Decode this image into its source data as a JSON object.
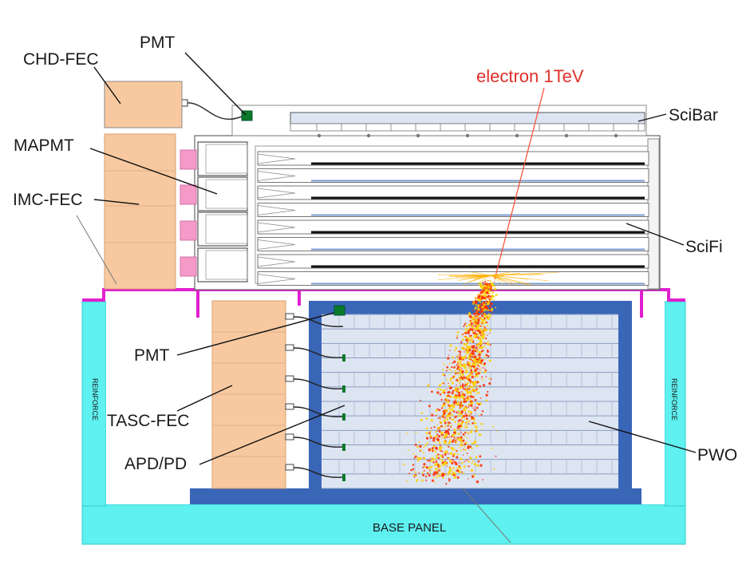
{
  "labels": {
    "chd_fec": "CHD-FEC",
    "pmt_top": "PMT",
    "electron": "electron 1TeV",
    "scibar": "SciBar",
    "mapmt": "MAPMT",
    "imc_fec": "IMC-FEC",
    "scifi": "SciFi",
    "pmt_bottom": "PMT",
    "tasc_fec": "TASC-FEC",
    "apd_pd": "APD/PD",
    "pwo": "PWO",
    "base_panel": "BASE PANEL",
    "reinforce_left": "REINFORCE",
    "reinforce_right": "REINFORCE"
  },
  "colors": {
    "fec_orange": "#f8c9a0",
    "pmt_green": "#0b7a2a",
    "mapmt_pink": "#f59ac8",
    "magenta_rail": "#e020d0",
    "tasc_blue": "#3a66b8",
    "pwo_light": "#dde5f2",
    "base_cyan": "#5ff0f0",
    "shower_red": "#ff2a00",
    "shower_yellow": "#ffd000",
    "electron_red": "#e0302a"
  }
}
